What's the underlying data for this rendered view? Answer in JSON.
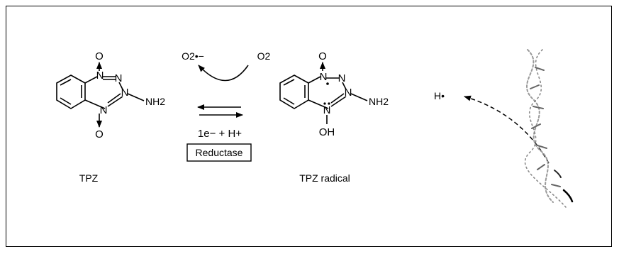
{
  "figure": {
    "tpz_label": "TPZ",
    "tpz_radical_label": "TPZ radical",
    "reaction": {
      "superoxide": "O2•−",
      "oxygen": "O2",
      "electron": "1e− + H+",
      "enzyme": "Reductase"
    },
    "atoms": {
      "oxygen": "O",
      "nitrogen": "N",
      "amine": "NH2",
      "hydroxyl": "OH"
    },
    "abstraction": {
      "hydrogen": "H•"
    },
    "colors": {
      "ink": "#000000",
      "background": "#ffffff",
      "dna_gray": "#9a9a9a"
    }
  }
}
